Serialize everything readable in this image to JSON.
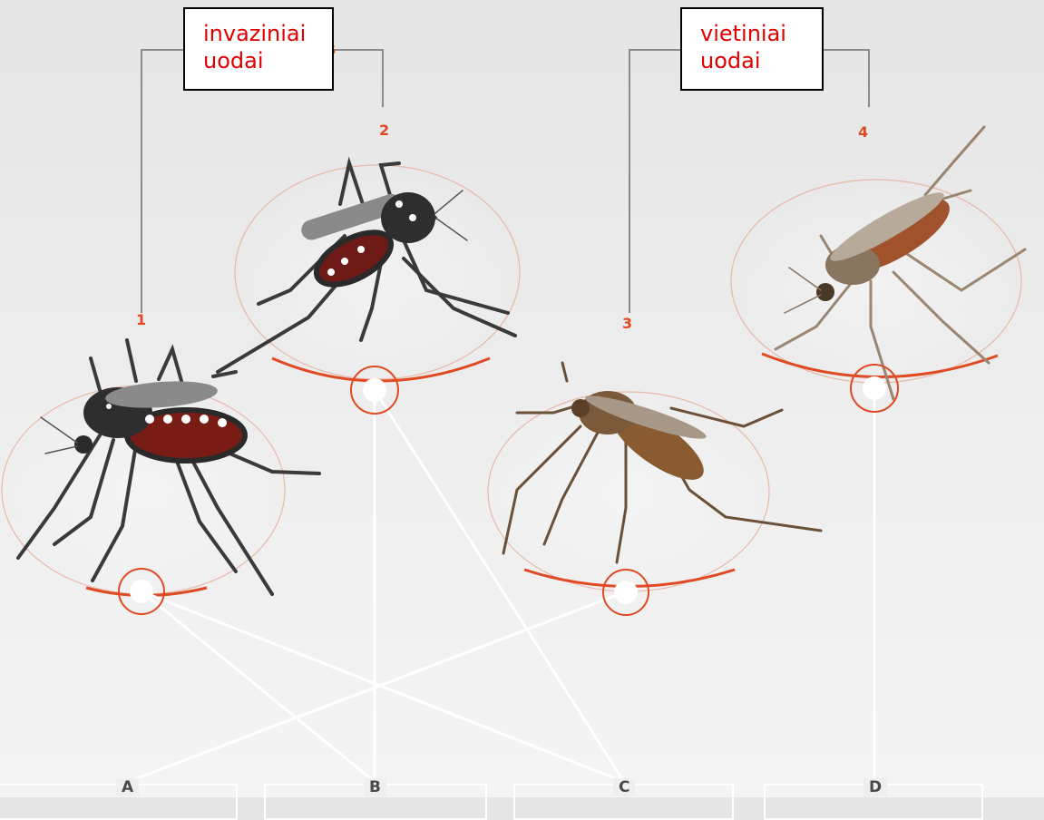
{
  "groups": {
    "invasive": {
      "line1": "invaziniai",
      "line2": "uodai"
    },
    "native": {
      "line1": "vietiniai",
      "line2": "uodai"
    }
  },
  "mosquitoes": [
    {
      "number": "1",
      "name": "mosquito-1",
      "color": "#3a3a3a",
      "abdomen": "#7a1c16"
    },
    {
      "number": "2",
      "name": "mosquito-2",
      "color": "#3a3a3a",
      "abdomen": "#6e1a16"
    },
    {
      "number": "3",
      "name": "mosquito-3",
      "color": "#7a5a3a",
      "abdomen": "#8a5a30"
    },
    {
      "number": "4",
      "name": "mosquito-4",
      "color": "#9a8570",
      "abdomen": "#a0522d"
    }
  ],
  "answers": [
    "A",
    "B",
    "C",
    "D"
  ],
  "connections": [
    {
      "from": "1",
      "to": "B"
    },
    {
      "from": "1",
      "to": "C"
    },
    {
      "from": "2",
      "to": "B"
    },
    {
      "from": "2",
      "to": "C"
    },
    {
      "from": "3",
      "to": "A"
    },
    {
      "from": "4",
      "to": "D"
    }
  ],
  "colors": {
    "accent": "#e04a22",
    "label_text": "#e00000",
    "connector": "#ffffff",
    "bracket": "#8a8a8a"
  }
}
